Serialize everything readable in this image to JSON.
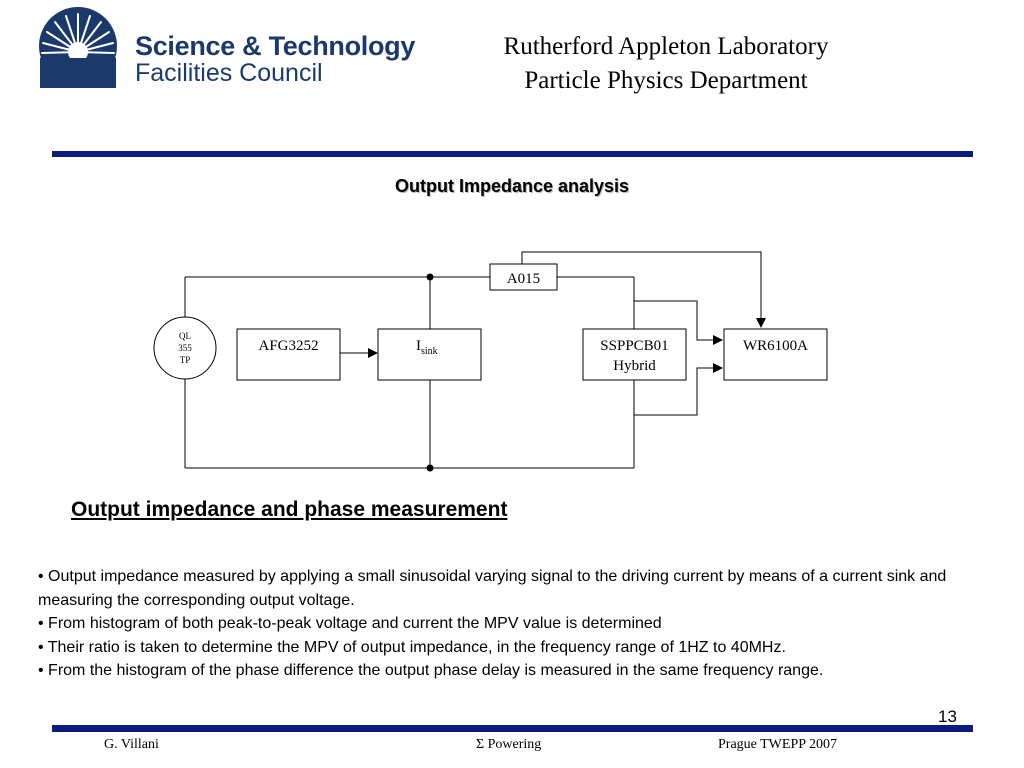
{
  "header": {
    "logo_line1": "Science & Technology",
    "logo_line2": "Facilities Council",
    "lab_line1": "Rutherford Appleton Laboratory",
    "lab_line2": "Particle Physics Department"
  },
  "title": "Output Impedance analysis",
  "diagram": {
    "tp_line1": "QL",
    "tp_line2": "355",
    "tp_line3": "TP",
    "afg": "AFG3252",
    "isink_main": "I",
    "isink_sub": "sink",
    "ssppcb_line1": "SSPPCB01",
    "ssppcb_line2": "Hybrid",
    "wr": "WR6100A",
    "a015": "A015"
  },
  "subtitle": "Output impedance and phase measurement",
  "bullets": [
    "• Output impedance measured by applying a small sinusoidal varying signal to the driving current by means of a current sink and measuring the corresponding output voltage.",
    "• From histogram of both peak-to-peak voltage and current the MPV value is determined",
    "• Their ratio is taken to determine the MPV of output impedance, in the frequency range of 1HZ to 40MHz.",
    "• From the histogram of the phase difference the output phase delay is measured in the same frequency range."
  ],
  "page_number": "13",
  "footer": {
    "left": "G. Villani",
    "middle": "Σ Powering",
    "right": "Prague TWEPP 2007"
  },
  "colors": {
    "brand_navy": "#1b3a6b",
    "rule_blue": "#0d1a80"
  }
}
